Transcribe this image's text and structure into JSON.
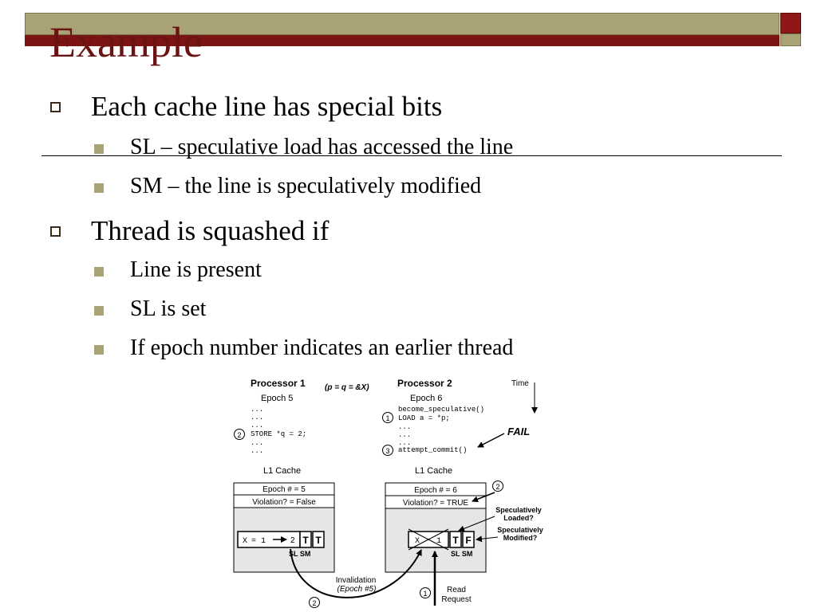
{
  "slide": {
    "title": "Example",
    "bullets": [
      {
        "text": "Each cache line has special bits",
        "sub": [
          "SL – speculative load has accessed the line",
          "SM – the line is speculatively modified"
        ]
      },
      {
        "text": "Thread is squashed if",
        "sub": [
          "Line is present",
          "SL is set",
          "If epoch number indicates an earlier thread"
        ]
      }
    ]
  },
  "diagram": {
    "p1_title": "Processor 1",
    "p1_epoch": "Epoch 5",
    "p1_code": [
      "...",
      "...",
      "...",
      "STORE *q = 2;",
      "...",
      "..."
    ],
    "shared_expr": "(p = q = &X)",
    "p2_title": "Processor 2",
    "p2_epoch": "Epoch 6",
    "p2_code": [
      "become_speculative()",
      "LOAD a = *p;",
      "...",
      "...",
      "...",
      "attempt_commit()"
    ],
    "time_label": "Time",
    "fail_label": "FAIL",
    "cache_label_1": "L1 Cache",
    "cache_label_2": "L1 Cache",
    "c1_epoch": "Epoch # = 5",
    "c1_violation": "Violation? = False",
    "c1_line_x": "X",
    "c1_line_eq": "= 1",
    "c1_line_val": "2",
    "c1_sl": "T",
    "c1_sm": "T",
    "c1_slsm_label": "SL SM",
    "c2_epoch": "Epoch # = 6",
    "c2_violation": "Violation? = TRUE",
    "c2_line_x": "X",
    "c2_line_val": "1",
    "c2_sl": "T",
    "c2_sm": "F",
    "c2_slsm_label": "SL SM",
    "spec_loaded": [
      "Speculatively",
      "Loaded?"
    ],
    "spec_modified": [
      "Speculatively",
      "Modified?"
    ],
    "invalidation": "Invalidation",
    "invalidation_epoch": "(Epoch #5)",
    "read_request": [
      "Read",
      "Request"
    ],
    "step_1": "1",
    "step_2": "2",
    "step_3": "3"
  }
}
